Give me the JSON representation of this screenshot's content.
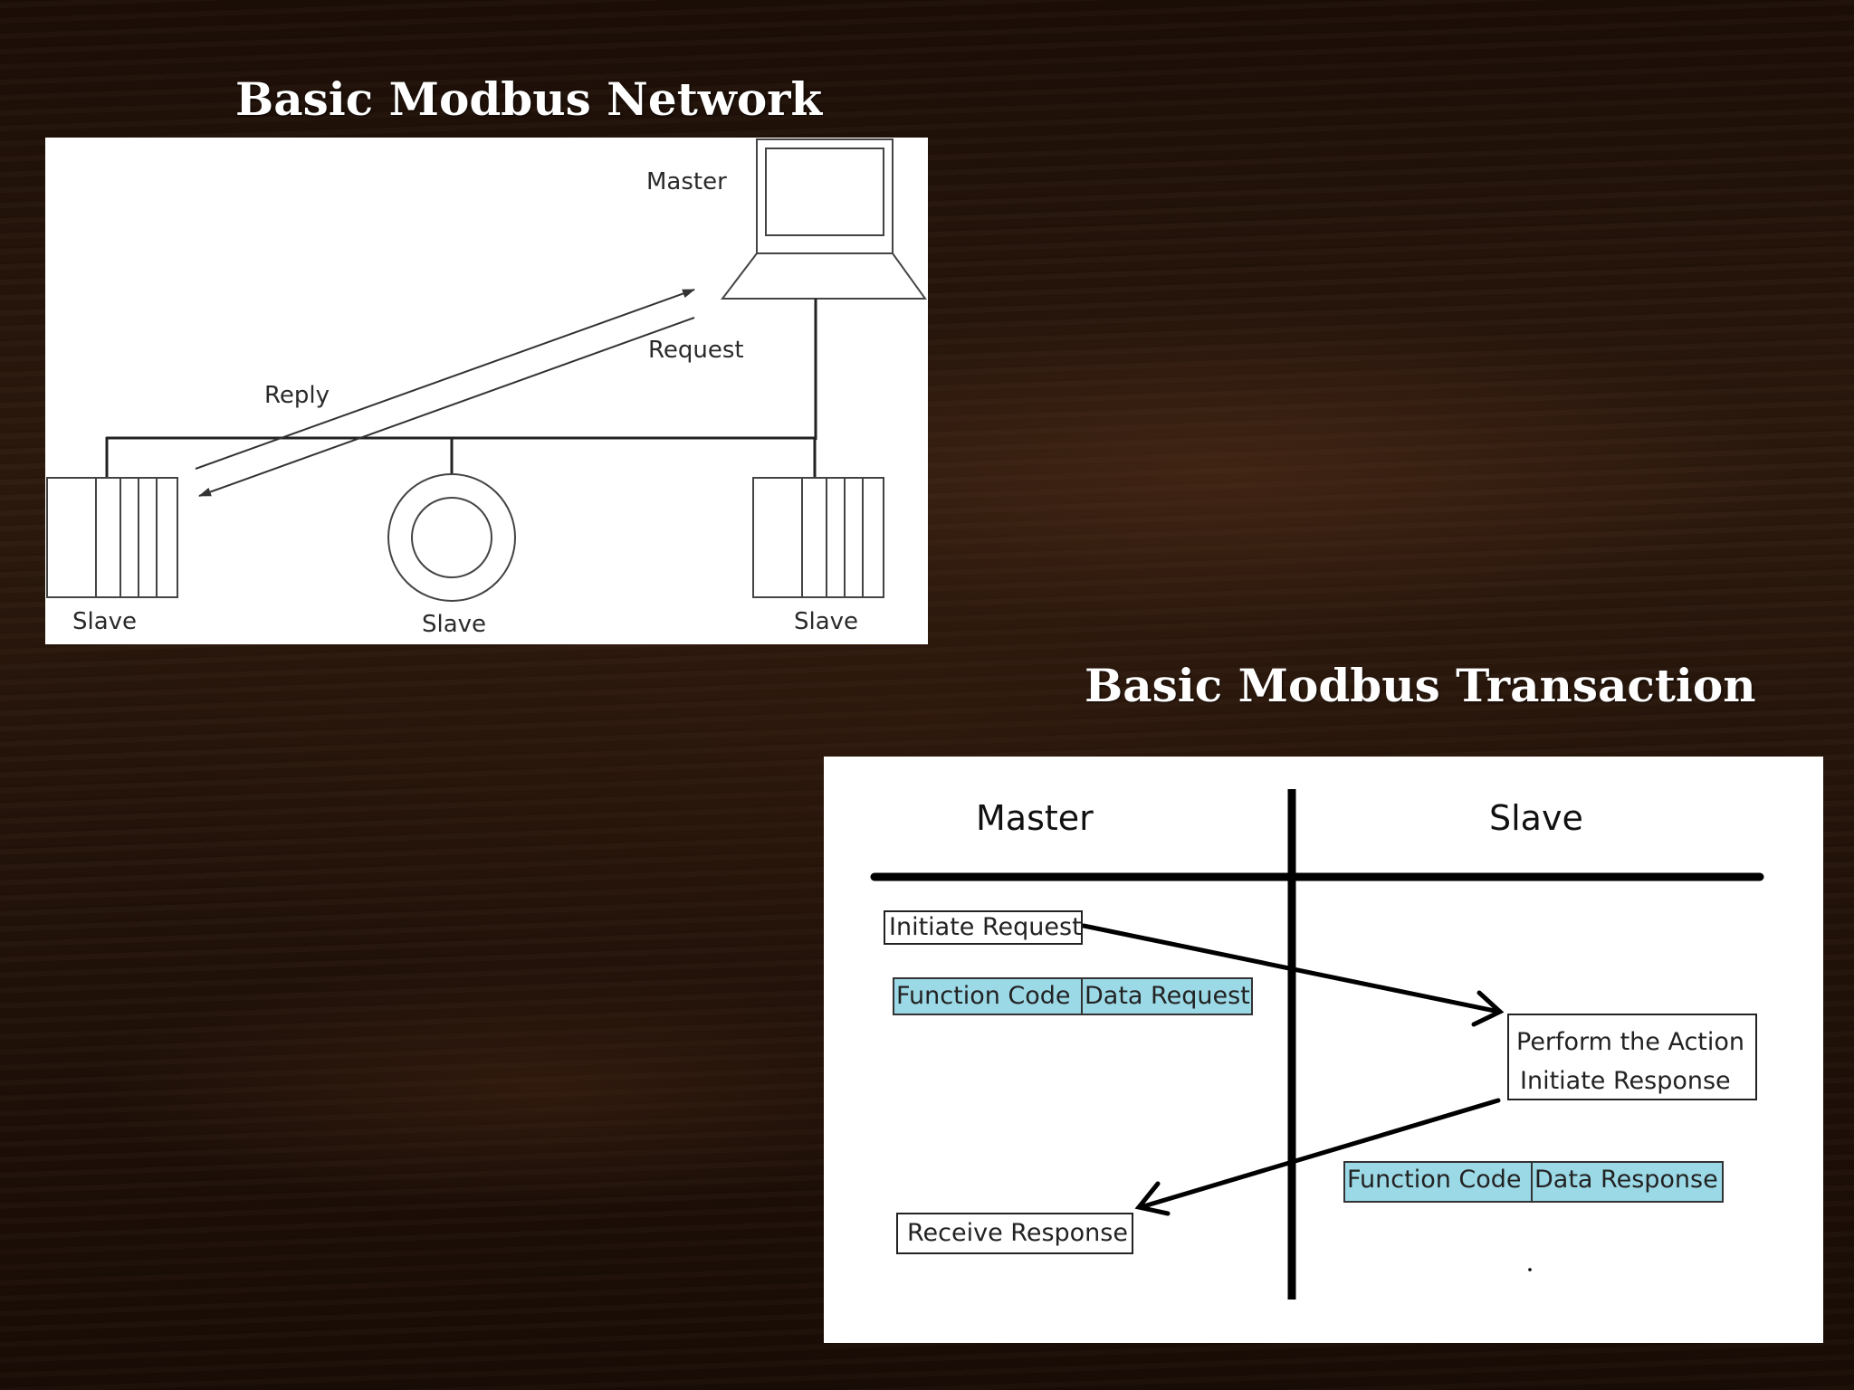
{
  "slide": {
    "title_network": "Basic Modbus Network",
    "title_transaction": "Basic Modbus Transaction"
  },
  "network": {
    "master_label": "Master",
    "request_label": "Request",
    "reply_label": "Reply",
    "slave_labels": [
      "Slave",
      "Slave",
      "Slave"
    ]
  },
  "transaction": {
    "master_header": "Master",
    "slave_header": "Slave",
    "initiate_request": "Initiate Request",
    "request_frame": {
      "function_code": "Function Code",
      "data": "Data Request"
    },
    "perform_action": "Perform the Action",
    "initiate_response": "Initiate Response",
    "response_frame": {
      "function_code": "Function Code",
      "data": "Data Response"
    },
    "receive_response": "Receive Response",
    "frame_color": "#9cd9e7"
  }
}
